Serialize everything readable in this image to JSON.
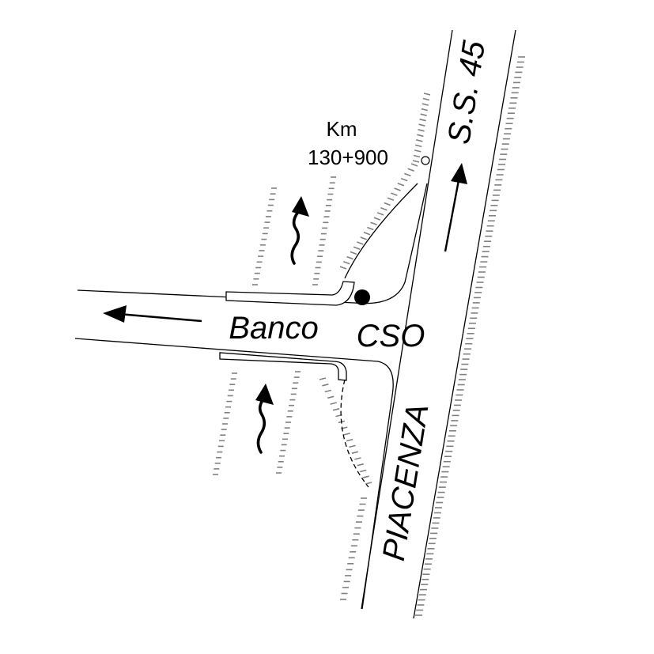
{
  "labels": {
    "road_name": "S.S. 45",
    "km_prefix": "Km",
    "km_value": "130+900",
    "side_road": "Banco",
    "junction": "CSO",
    "town": "PIACENZA"
  },
  "colors": {
    "ink": "#000000",
    "embankment": "#808080",
    "background": "#ffffff"
  },
  "icons": {
    "marker": "filled-circle",
    "km_marker": "hollow-circle",
    "flow": "arrow",
    "slope": "hatch-ticks"
  }
}
